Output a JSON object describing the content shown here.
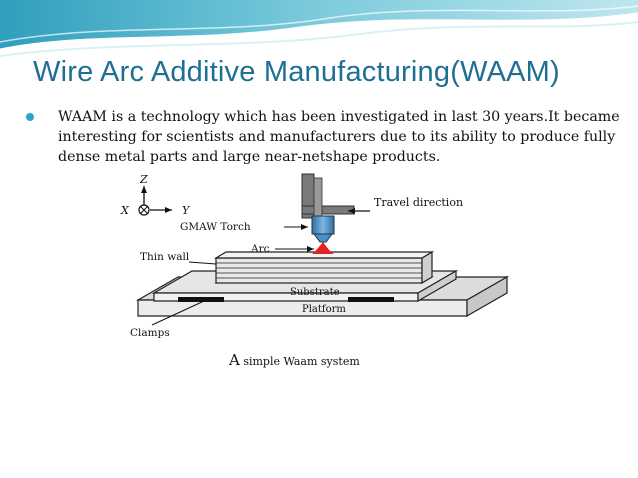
{
  "slide": {
    "title": "Wire Arc Additive Manufacturing(WAAM)",
    "bullets": [
      "WAAM is a technology which has been investigated in last 30 years.It became interesting for scientists and manufacturers due to its ability to produce fully dense metal parts and large near-netshape products."
    ],
    "figure": {
      "axis_z": "Z",
      "axis_x": "X",
      "axis_y": "Y",
      "label_travel_direction": "Travel direction",
      "label_gmaw_torch": "GMAW Torch",
      "label_arc": "Arc",
      "label_thin_wall": "Thin wall",
      "label_substrate": "Substrate",
      "label_platform": "Platform",
      "label_clamps": "Clamps"
    },
    "caption_first": "A",
    "caption_rest": " simple Waam system"
  },
  "colors": {
    "title": "#1f6f94",
    "bullet": "#2aa6c7",
    "header_teal": "#4db8cf",
    "header_light": "#d9f0f5",
    "torch_blue": "#4a90c8",
    "arc_red": "#e52222"
  }
}
